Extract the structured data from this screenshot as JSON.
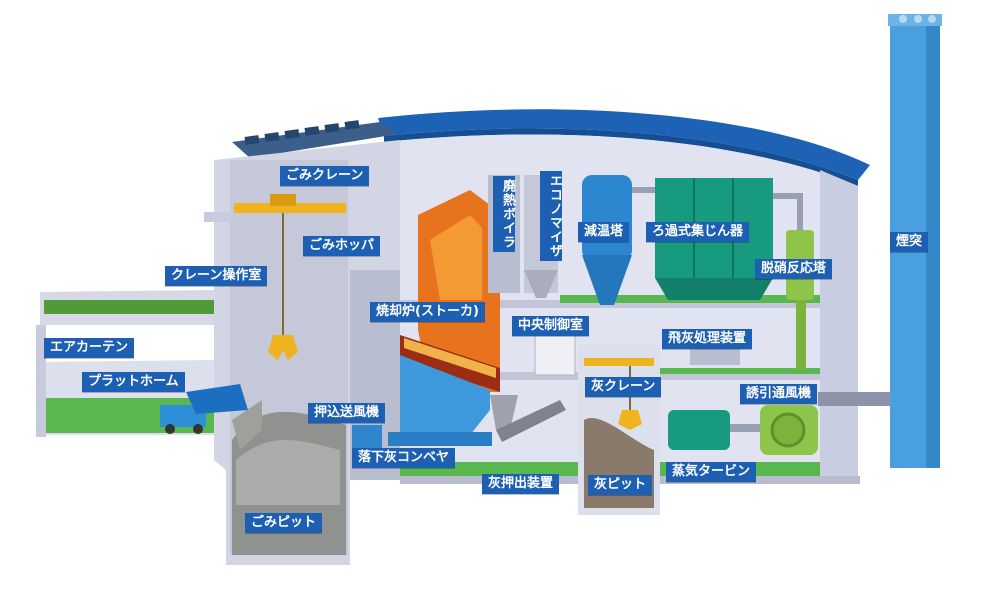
{
  "labels": {
    "garbage_crane": "ごみクレーン",
    "garbage_hopper": "ごみホッパ",
    "crane_operation_room": "クレーン操作室",
    "air_curtain": "エアカーテン",
    "platform": "プラットホーム",
    "push_blower": "押込送風機",
    "garbage_pit": "ごみピット",
    "incinerator": "焼却炉(ストーカ)",
    "falling_ash_conveyor": "落下灰コンベヤ",
    "ash_extruder": "灰押出装置",
    "waste_heat_boiler": "廃熱ボイラ",
    "economizer": "エコノマイザ",
    "cooling_tower": "減温塔",
    "bag_filter": "ろ過式集じん器",
    "denitration_tower": "脱硝反応塔",
    "central_control_room": "中央制御室",
    "fly_ash_treatment": "飛灰処理装置",
    "ash_crane": "灰クレーン",
    "induced_draft_fan": "誘引通風機",
    "steam_turbine": "蒸気タービン",
    "ash_pit": "灰ピット",
    "chimney": "煙突"
  },
  "colors": {
    "label_bg": "#1c5fb3",
    "roof": "#1d62b5",
    "wall": "#d7dcec",
    "floor_green": "#58b74e",
    "furnace_orange": "#e8731f",
    "equipment_teal": "#179a80",
    "equipment_blue": "#2c86d0",
    "chimney_blue": "#4aa0df",
    "crane_yellow": "#f0b320"
  }
}
